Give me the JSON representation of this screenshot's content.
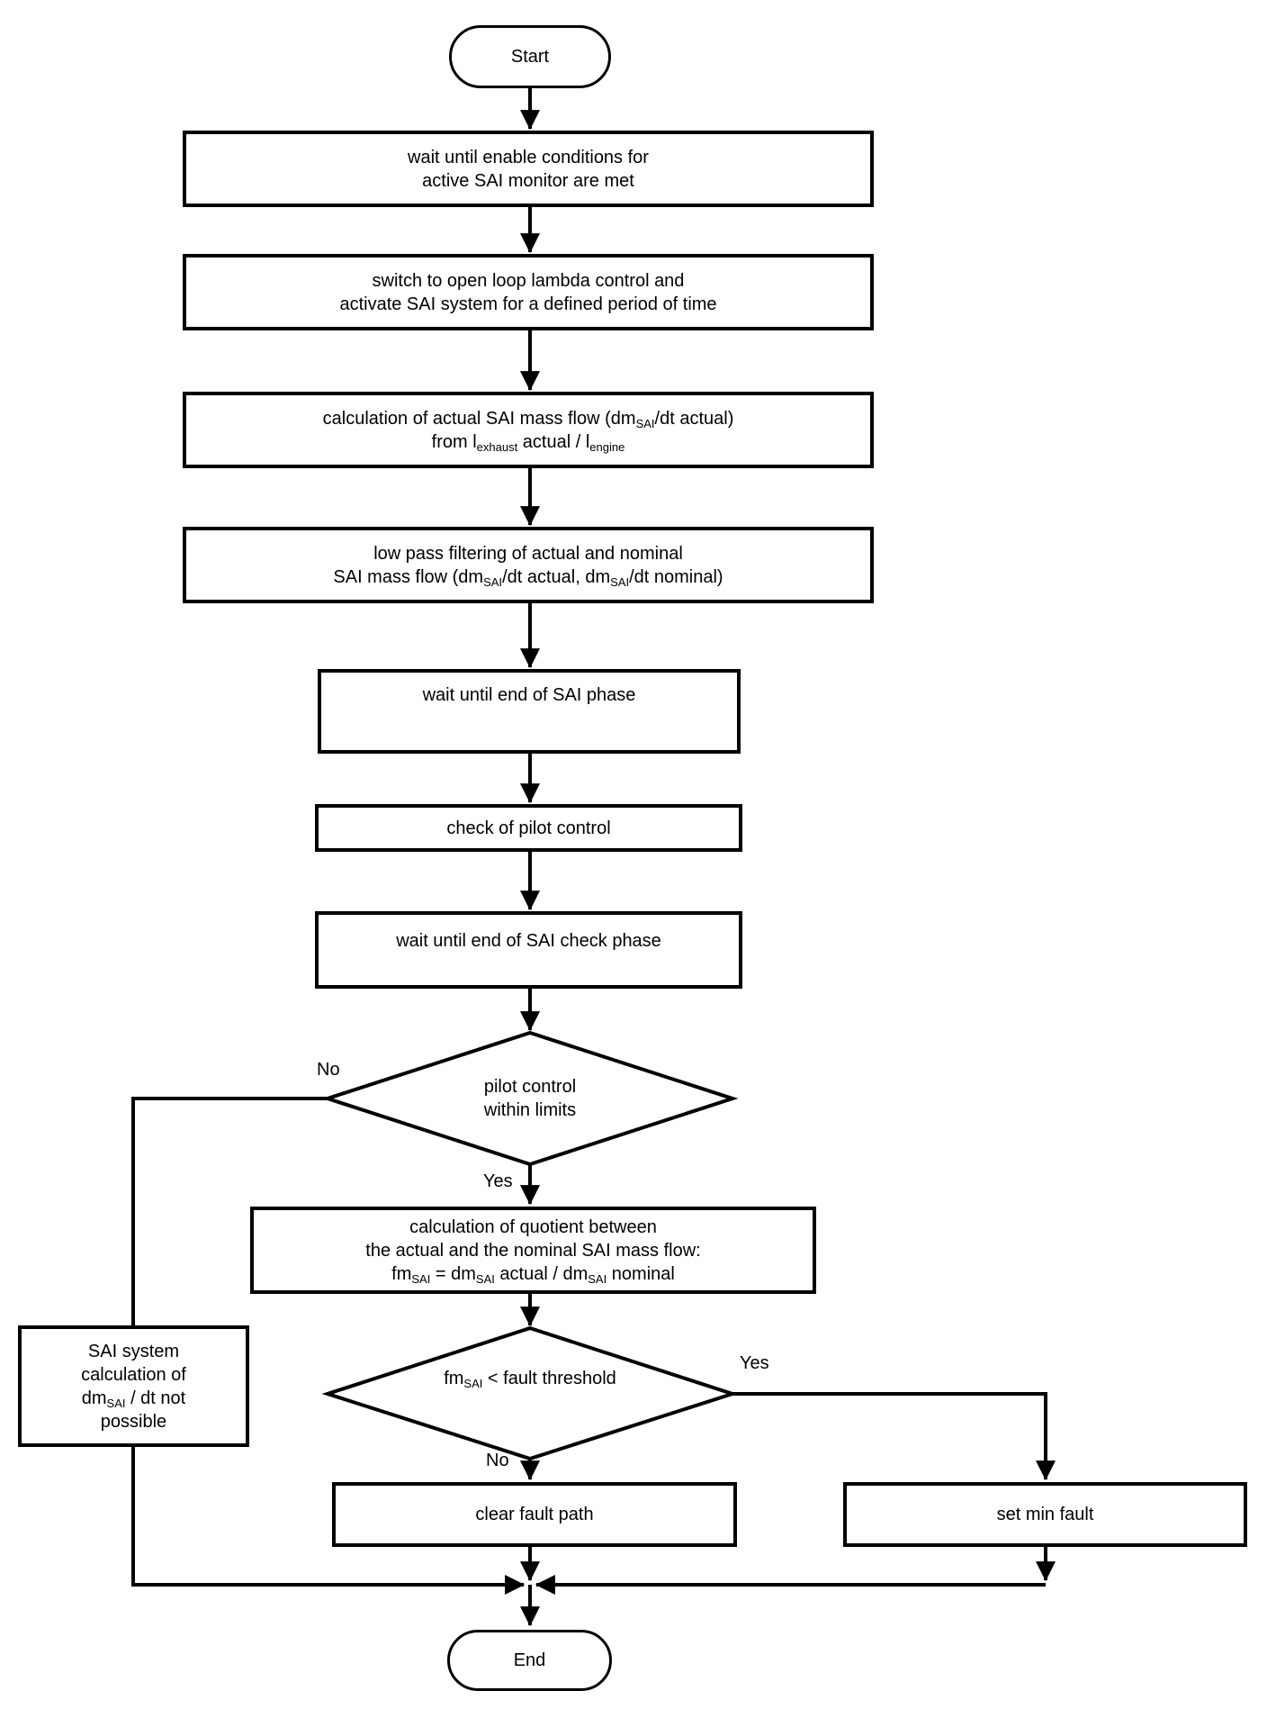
{
  "colors": {
    "ink": "#000000",
    "paper": "#ffffff"
  },
  "nodes": {
    "start": {
      "label": "Start"
    },
    "wait_enable": {
      "lines": [
        "wait until enable conditions for",
        "active SAI monitor are met"
      ]
    },
    "switch_open_loop": {
      "lines": [
        "switch to open loop lambda control and",
        "activate SAI system for a defined period of time"
      ]
    },
    "calc_actual_flow": {
      "rich": [
        [
          {
            "t": "calculation of actual SAI mass flow (dm"
          },
          {
            "s": "SAI"
          },
          {
            "t": "/dt actual)"
          }
        ],
        [
          {
            "t": "from l"
          },
          {
            "s": "exhaust"
          },
          {
            "t": " actual / l"
          },
          {
            "s": "engine"
          }
        ]
      ]
    },
    "low_pass": {
      "line1": "low pass filtering of actual and nominal",
      "rich_line2": [
        {
          "t": "SAI mass flow (dm"
        },
        {
          "s": "SAI"
        },
        {
          "t": "/dt actual, dm"
        },
        {
          "s": "SAI"
        },
        {
          "t": "/dt nominal)"
        }
      ]
    },
    "wait_end_sai": {
      "label": "wait until end of SAI phase"
    },
    "check_pilot": {
      "label": "check of pilot control"
    },
    "wait_end_check": {
      "label": "wait until end of SAI check phase"
    },
    "decision_pilot": {
      "lines": [
        "pilot control",
        "within limits"
      ],
      "no_label": "No",
      "yes_label": "Yes"
    },
    "calc_quotient": {
      "line1": "calculation of quotient between",
      "line2": "the actual and the nominal SAI mass flow:",
      "rich_line3": [
        {
          "t": "fm"
        },
        {
          "s": "SAI"
        },
        {
          "t": " = dm"
        },
        {
          "s": "SAI"
        },
        {
          "t": " actual / dm"
        },
        {
          "s": "SAI"
        },
        {
          "t": " nominal"
        }
      ]
    },
    "decision_threshold": {
      "rich_line": [
        {
          "t": "fm"
        },
        {
          "s": "SAI"
        },
        {
          "t": " < fault threshold"
        }
      ],
      "yes_label": "Yes",
      "no_label": "No"
    },
    "sai_not_possible": {
      "line1": "SAI system",
      "line2": "calculation of",
      "rich_line3": [
        {
          "t": "dm"
        },
        {
          "s": "SAI"
        },
        {
          "t": " / dt not"
        }
      ],
      "line4": "possible"
    },
    "clear_fault": {
      "label": "clear fault path"
    },
    "set_min_fault": {
      "label": "set min fault"
    },
    "end": {
      "label": "End"
    }
  }
}
